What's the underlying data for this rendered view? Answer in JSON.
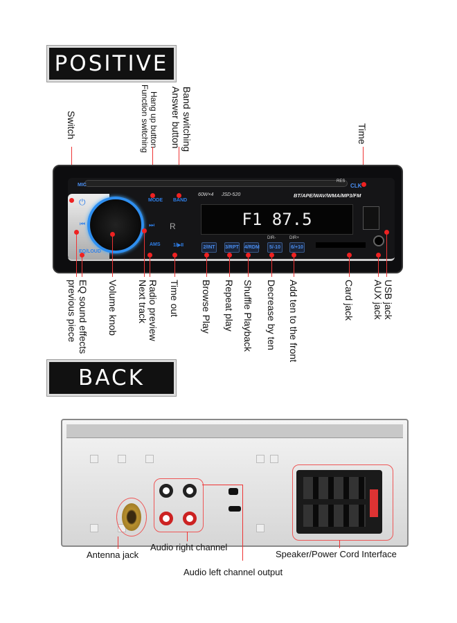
{
  "sections": {
    "front_title": "POSITIVE",
    "back_title": "BACK"
  },
  "front_labels": {
    "switch": "Switch",
    "hangup": [
      "Hang up button",
      "Function switching"
    ],
    "band": [
      "Band switching",
      "Answer button"
    ],
    "time": "Time",
    "eq": [
      "EQ sound effects",
      "previous piece"
    ],
    "volume": "Volume knob",
    "radio": [
      "Radio preview",
      "Next track"
    ],
    "timeout": "Time out",
    "browse": "Browse Play",
    "repeat": "Repeat play",
    "shuffle": "Shuffle Playback",
    "decrease": "Decrease by ten",
    "addten": "Add ten to the front",
    "card": "Card jack",
    "usb": [
      "USB jack",
      "AUX jack"
    ]
  },
  "device": {
    "mic": "MIC",
    "mode": "MODE",
    "band": "BAND",
    "res": "RES",
    "clk": "CLK",
    "power": "switch-power-icon",
    "model_power": "60W×4",
    "model": "JSD-520",
    "formats": "BT/APE/WAV/WMA/MP3/FM",
    "display": "F1  87.5",
    "eq_loud": "EQ/LOUD",
    "ams": "AMS",
    "play": "1/▶II",
    "buttons": [
      "2/INT",
      "3/RPT",
      "4/RDM",
      "5/-10",
      "6/+10"
    ],
    "dir_minus": "DIR-",
    "dir_plus": "DIR+"
  },
  "back_labels": {
    "antenna": "Antenna jack",
    "audio_right": "Audio right channel",
    "speaker": "Speaker/Power Cord Interface",
    "audio_left": "Audio left channel output"
  },
  "colors": {
    "accent": "#e53935",
    "blue": "#2f7fe8"
  }
}
